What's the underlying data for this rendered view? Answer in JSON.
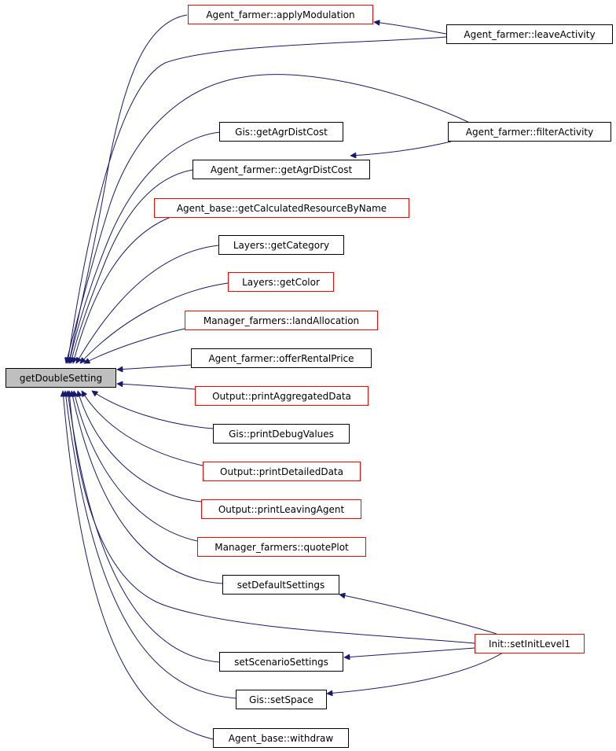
{
  "diagram": {
    "root": {
      "label": "getDoubleSetting"
    },
    "callers": [
      {
        "key": "applyModulation",
        "label": "Agent_farmer::applyModulation",
        "border": "red"
      },
      {
        "key": "getAgrDistCostGis",
        "label": "Gis::getAgrDistCost",
        "border": "black"
      },
      {
        "key": "getAgrDistCostFarmer",
        "label": "Agent_farmer::getAgrDistCost",
        "border": "black"
      },
      {
        "key": "getCalculatedResourceByName",
        "label": "Agent_base::getCalculatedResourceByName",
        "border": "red"
      },
      {
        "key": "getCategory",
        "label": "Layers::getCategory",
        "border": "black"
      },
      {
        "key": "getColor",
        "label": "Layers::getColor",
        "border": "red"
      },
      {
        "key": "landAllocation",
        "label": "Manager_farmers::landAllocation",
        "border": "red"
      },
      {
        "key": "offerRentalPrice",
        "label": "Agent_farmer::offerRentalPrice",
        "border": "black"
      },
      {
        "key": "printAggregatedData",
        "label": "Output::printAggregatedData",
        "border": "red"
      },
      {
        "key": "printDebugValues",
        "label": "Gis::printDebugValues",
        "border": "black"
      },
      {
        "key": "printDetailedData",
        "label": "Output::printDetailedData",
        "border": "red"
      },
      {
        "key": "printLeavingAgent",
        "label": "Output::printLeavingAgent",
        "border": "red"
      },
      {
        "key": "quotePlot",
        "label": "Manager_farmers::quotePlot",
        "border": "red"
      },
      {
        "key": "setDefaultSettings",
        "label": "setDefaultSettings",
        "border": "black"
      },
      {
        "key": "setScenarioSettings",
        "label": "setScenarioSettings",
        "border": "black"
      },
      {
        "key": "setSpace",
        "label": "Gis::setSpace",
        "border": "black"
      },
      {
        "key": "withdraw",
        "label": "Agent_base::withdraw",
        "border": "black"
      }
    ],
    "outer_callers": [
      {
        "key": "leaveActivity",
        "label": "Agent_farmer::leaveActivity",
        "border": "black"
      },
      {
        "key": "filterActivity",
        "label": "Agent_farmer::filterActivity",
        "border": "black"
      },
      {
        "key": "setInitLevel1",
        "label": "Init::setInitLevel1",
        "border": "red"
      }
    ],
    "colors": {
      "edge": "#191970",
      "root_fill": "#bfbfbf",
      "link_border": "#ff0000",
      "plain_border": "#000000"
    }
  }
}
